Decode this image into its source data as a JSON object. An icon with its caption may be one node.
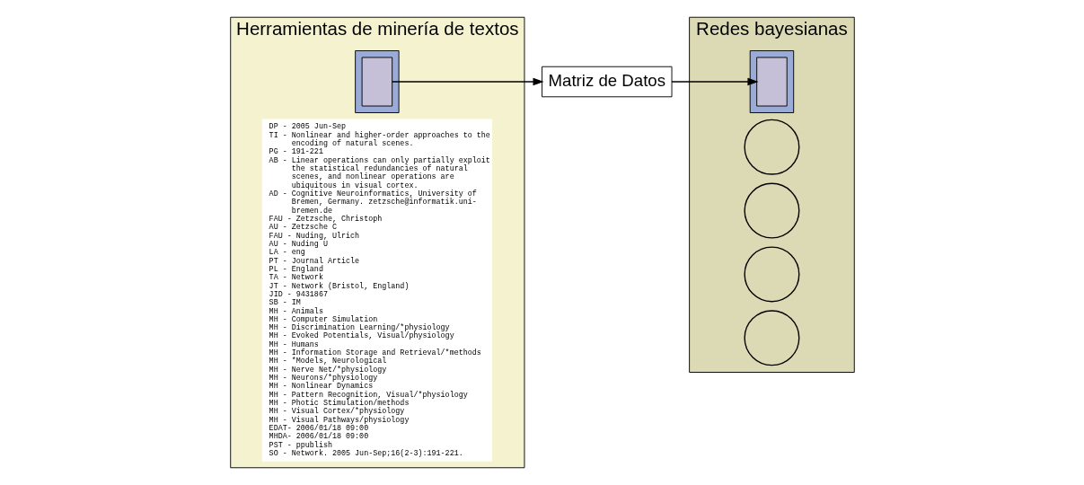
{
  "diagram": {
    "nodes": [
      {
        "text": [
          "Herramientas de minería de textos"
        ]
      },
      {
        "text": [
          "DP - 2005 Jun-Sep",
          "TI - Nonlinear and higher-order approaches to the encoding of natural scenes.",
          "PG - 191-221",
          "AB - Linear operations can only partially exploit the statistical redundancies of natural scenes, and nonlinear operations are ubiquitous in visual cortex.",
          "AD - Cognitive Neuroinformatics, University of Bremen, Germany. zetzsche@informatik.uni-bremen.de",
          "FAU - Zetzsche, Christoph",
          "AU - Zetzsche C",
          "FAU - Nuding, Ulrich",
          "AU - Nuding U",
          "LA - eng",
          "PT - Journal Article",
          "PL - England",
          "TA - Network",
          "JT - Network (Bristol, England)",
          "JID - 9431867",
          "SB - IM",
          "MH - Animals",
          "MH - Computer Simulation",
          "MH - Discrimination Learning/*physiology",
          "MH - Evoked Potentials, Visual/physiology",
          "MH - Humans",
          "MH - Information Storage and Retrieval/*methods",
          "MH - *Models, Neurological",
          "MH - Nerve Net/*physiology",
          "MH - Neurons/*physiology",
          "MH - Nonlinear Dynamics",
          "MH - Pattern Recognition, Visual/*physiology",
          "MH - Photic Stimulation/methods",
          "MH - Visual Cortex/*physiology",
          "MH - Visual Pathways/physiology",
          "EDAT- 2006/01/18 09:00",
          "MHDA- 2006/01/18 09:00",
          "PST - ppublish",
          "SO - Network. 2005 Jun-Sep;16(2-3):191-221."
        ],
        "in": 0
      },
      {
        "text": [],
        "shape": "box",
        "in": 0
      },
      {
        "text": [],
        "shape": "box",
        "in": 2
      },
      {
        "text": [
          "Matriz de Datos"
        ]
      },
      {
        "text": [
          "Redes bayesianas"
        ]
      },
      {
        "text": [],
        "shape": "circle",
        "in": 5
      },
      {
        "text": [],
        "shape": "circle",
        "in": 5
      },
      {
        "text": [],
        "shape": "box",
        "in": 5
      },
      {
        "text": [],
        "shape": "box",
        "in": 8
      },
      {
        "text": [],
        "shape": "circle",
        "in": 5
      },
      {
        "text": [],
        "shape": "circle",
        "in": 5
      }
    ],
    "edges": [
      {
        "from": 3,
        "to": 4,
        "arrow": "to"
      },
      {
        "from": 4,
        "to": 9,
        "arrow": "to"
      }
    ]
  }
}
